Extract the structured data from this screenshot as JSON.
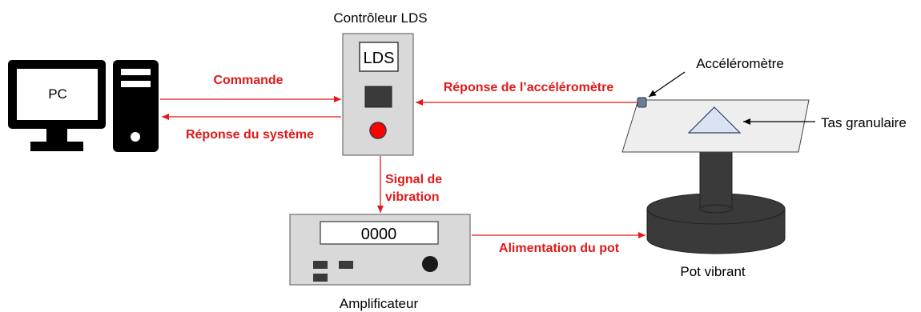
{
  "pc": {
    "screen_label": "PC"
  },
  "controller": {
    "title": "Contrôleur LDS",
    "display": "LDS"
  },
  "amplifier": {
    "title": "Amplificateur",
    "display": "0000"
  },
  "shaker": {
    "title": "Pot vibrant"
  },
  "plate": {
    "accelerometer_label": "Accéléromètre",
    "pile_label": "Tas granulaire"
  },
  "signals": {
    "command": "Commande",
    "system_response": "Réponse du système",
    "accelerometer_response": "Réponse de l’accéléromètre",
    "vibration_signal_line1": "Signal de",
    "vibration_signal_line2": "vibration",
    "power_supply": "Alimentation du pot"
  },
  "colors": {
    "signal_red": "#e01919",
    "device_gray": "#d9d9d9",
    "dark": "#3a3a3a",
    "button_red": "#ff0000",
    "pile_blue": "#dae3f3"
  }
}
